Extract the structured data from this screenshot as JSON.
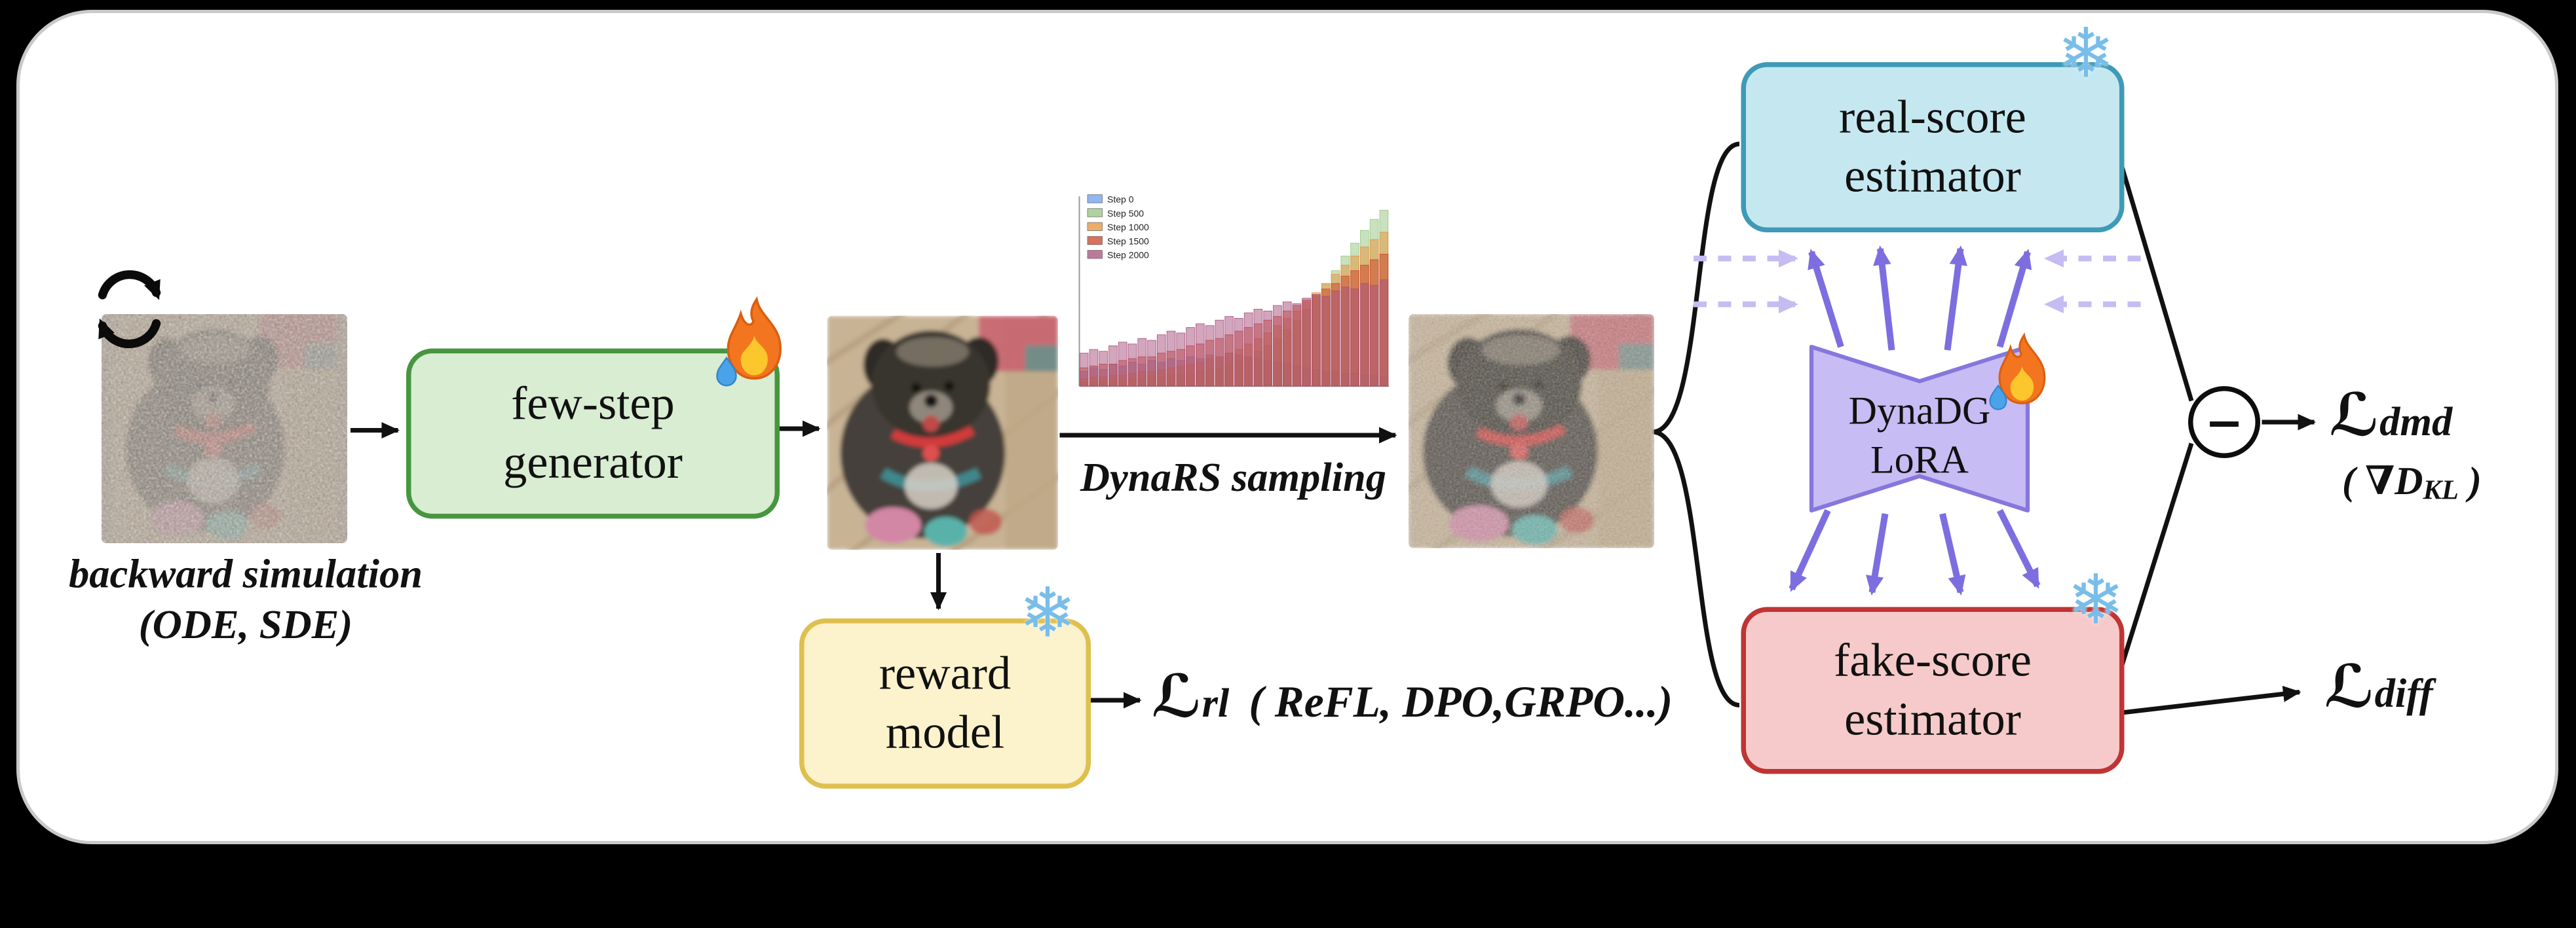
{
  "figure": {
    "backward_caption_line1": "backward simulation",
    "backward_caption_line2": "(ODE, SDE)",
    "generator_label_line1": "few-step",
    "generator_label_line2": "generator",
    "sampling_label": "DynaRS sampling",
    "real_label_line1": "real-score",
    "real_label_line2": "estimator",
    "fake_label_line1": "fake-score",
    "fake_label_line2": "estimator",
    "lora_label_line1": "DynaDG",
    "lora_label_line2": "LoRA",
    "reward_label_line1": "reward",
    "reward_label_line2": "model",
    "minus_symbol": "−",
    "snowflake_glyph": "❄"
  },
  "losses": {
    "script_l": "ℒ",
    "dmd_sub": "dmd",
    "dmd_note_pre": "( ∇D",
    "dmd_note_sub": "KL",
    "dmd_note_post": " )",
    "rl_sub": "rl",
    "rl_note": "( ReFL, DPO,GRPO...)",
    "diff_sub": "diff"
  },
  "icons": {
    "fire": "flame-with-water-droplet (trainable)",
    "snowflake": "snowflake (frozen)",
    "cycle": "circular-arrows (backward simulation loop)",
    "minus": "score-difference"
  },
  "colors": {
    "generator_fill": "#d8edd2",
    "generator_border": "#47963f",
    "real_fill": "#c5e8f0",
    "real_border": "#3e9ab6",
    "fake_fill": "#f6caca",
    "fake_border": "#c03434",
    "reward_fill": "#fcf2cc",
    "reward_border": "#dfbf4e",
    "lora_fill": "#c8bcf4",
    "lora_border": "#8677dd",
    "purple_arrow": "#7d6ee0",
    "dashed_arrow": "#c6bcf2"
  },
  "chart_data": {
    "type": "bar",
    "title": "",
    "xlabel": "",
    "ylabel": "",
    "ylim": [
      0,
      100
    ],
    "grid": false,
    "legend_position": "upper-left",
    "legend": [
      "Step 0",
      "Step 500",
      "Step 1000",
      "Step 1500",
      "Step 2000"
    ],
    "series": [
      {
        "name": "Step 0",
        "color": "#6d9eeb",
        "values": [
          8,
          10,
          9,
          12,
          11,
          13,
          12,
          14,
          13,
          15,
          14,
          16,
          15,
          17,
          16,
          18,
          17,
          16,
          15,
          14,
          13,
          12,
          11,
          10,
          9,
          8,
          8,
          7,
          7,
          6,
          6,
          5
        ]
      },
      {
        "name": "Step 500",
        "color": "#93c47d",
        "values": [
          2,
          2,
          3,
          3,
          3,
          4,
          4,
          5,
          5,
          6,
          6,
          7,
          8,
          9,
          10,
          12,
          14,
          16,
          19,
          22,
          26,
          31,
          36,
          42,
          49,
          56,
          63,
          71,
          78,
          85,
          91,
          96
        ]
      },
      {
        "name": "Step 1000",
        "color": "#e69138",
        "values": [
          4,
          5,
          5,
          6,
          6,
          7,
          8,
          8,
          9,
          10,
          11,
          12,
          13,
          15,
          16,
          18,
          20,
          23,
          26,
          29,
          33,
          37,
          41,
          46,
          51,
          56,
          61,
          66,
          71,
          76,
          80,
          84
        ]
      },
      {
        "name": "Step 1500",
        "color": "#cc4125",
        "values": [
          10,
          11,
          12,
          12,
          14,
          15,
          16,
          16,
          18,
          19,
          20,
          22,
          23,
          25,
          26,
          28,
          30,
          32,
          34,
          36,
          38,
          41,
          44,
          47,
          50,
          53,
          56,
          60,
          63,
          66,
          69,
          72
        ]
      },
      {
        "name": "Step 2000",
        "color": "#a64d79",
        "values": [
          18,
          20,
          19,
          22,
          24,
          23,
          26,
          25,
          28,
          30,
          29,
          32,
          34,
          33,
          36,
          38,
          37,
          40,
          42,
          41,
          44,
          46,
          45,
          48,
          50,
          49,
          52,
          54,
          53,
          56,
          55,
          58
        ]
      }
    ]
  }
}
